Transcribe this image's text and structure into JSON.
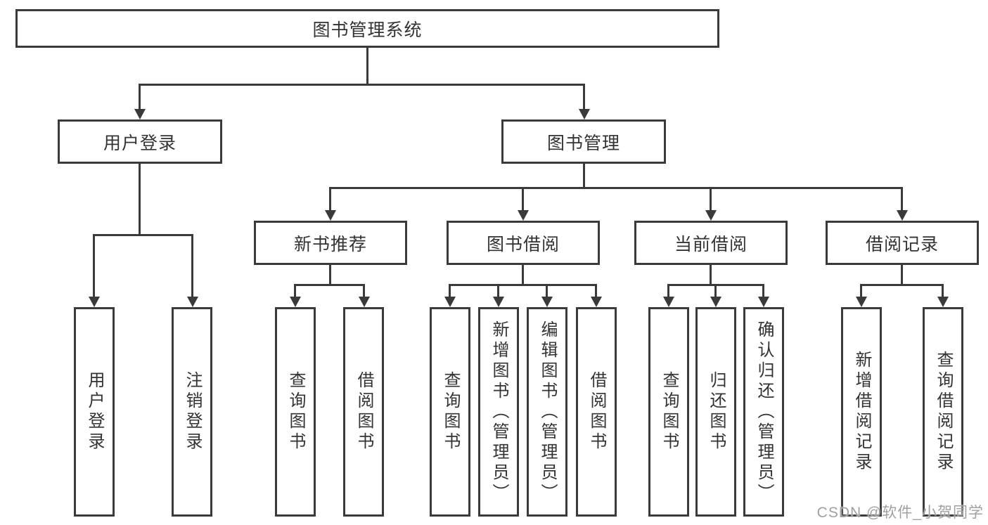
{
  "diagram": {
    "title": "图书管理系统",
    "root": {
      "label": "图书管理系统"
    },
    "level1": {
      "user_login": {
        "label": "用户登录"
      },
      "book_mgmt": {
        "label": "图书管理"
      }
    },
    "level2": {
      "new_books": {
        "label": "新书推荐"
      },
      "book_borrow": {
        "label": "图书借阅"
      },
      "current_borrow": {
        "label": "当前借阅"
      },
      "borrow_records": {
        "label": "借阅记录"
      }
    },
    "leaves": {
      "login": {
        "label": "用户登录"
      },
      "logout": {
        "label": "注销登录"
      },
      "nb_query": {
        "label": "查询图书"
      },
      "nb_borrow": {
        "label": "借阅图书"
      },
      "bb_query": {
        "label": "查询图书"
      },
      "bb_add": {
        "label": "新增图书（管理员）"
      },
      "bb_edit": {
        "label": "编辑图书（管理员）"
      },
      "bb_borrow": {
        "label": "借阅图书"
      },
      "cb_query": {
        "label": "查询图书"
      },
      "cb_return": {
        "label": "归还图书"
      },
      "cb_confirm": {
        "label": "确认归还（管理员）"
      },
      "br_add": {
        "label": "新增借阅记录"
      },
      "br_query": {
        "label": "查询借阅记录"
      }
    }
  },
  "watermark": {
    "text": "CSDN @软件_小贺同学"
  },
  "colors": {
    "line": "#3a3a3a",
    "text": "#333333",
    "background": "#ffffff",
    "watermark": "#a0a0a0"
  }
}
